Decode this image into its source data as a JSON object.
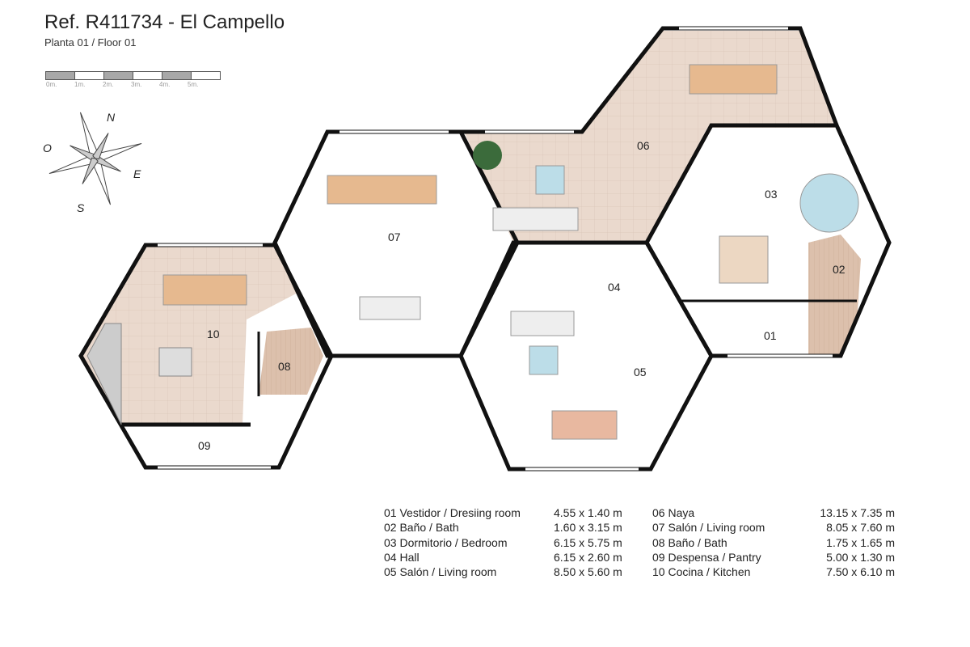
{
  "header": {
    "title": "Ref. R411734 - El Campello",
    "subtitle": "Planta 01 / Floor 01"
  },
  "scale_bar": {
    "labels": [
      "0m.",
      "1m.",
      "2m.",
      "3m.",
      "4m.",
      "5m."
    ]
  },
  "compass": {
    "n": "N",
    "e": "E",
    "s": "S",
    "o": "O"
  },
  "rooms_on_plan": {
    "r01": "01",
    "r02": "02",
    "r03": "03",
    "r04": "04",
    "r05": "05",
    "r06": "06",
    "r07": "07",
    "r08": "08",
    "r09": "09",
    "r10": "10"
  },
  "legend": {
    "left": [
      {
        "name": "01 Vestidor / Dresiing room",
        "size": "4.55 x 1.40 m"
      },
      {
        "name": "02 Baño / Bath",
        "size": "1.60 x 3.15 m"
      },
      {
        "name": "03 Dormitorio / Bedroom",
        "size": "6.15 x 5.75 m"
      },
      {
        "name": "04 Hall",
        "size": "6.15 x 2.60 m"
      },
      {
        "name": "05 Salón / Living room",
        "size": "8.50 x 5.60 m"
      }
    ],
    "right": [
      {
        "name": "06 Naya",
        "size": "13.15 x 7.35 m"
      },
      {
        "name": "07 Salón / Living room",
        "size": "8.05 x 7.60 m"
      },
      {
        "name": "08 Baño / Bath",
        "size": "1.75 x 1.65 m"
      },
      {
        "name": "09 Despensa / Pantry",
        "size": "5.00 x 1.30 m"
      },
      {
        "name": "10 Cocina / Kitchen",
        "size": "7.50 x 6.10 m"
      }
    ]
  },
  "colors": {
    "wall": "#111111",
    "tile": "#e8d8cc",
    "wood": "#e6b98f",
    "water": "#bcdde8"
  }
}
